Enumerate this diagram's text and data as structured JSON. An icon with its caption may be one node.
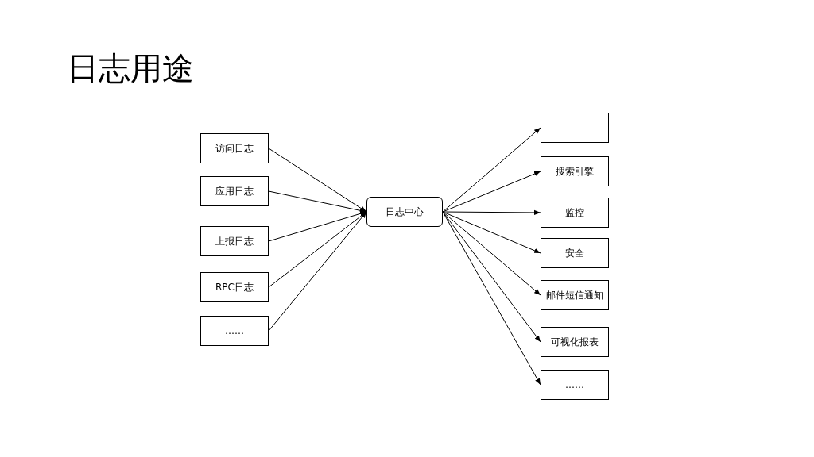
{
  "diagram": {
    "title": "日志用途",
    "nodes": [
      {
        "text": [
          "访问日志"
        ]
      },
      {
        "text": [
          "应用日志"
        ]
      },
      {
        "text": [
          "上报日志"
        ]
      },
      {
        "text": [
          "RPC日志"
        ]
      },
      {
        "text": [
          "……"
        ]
      },
      {
        "text": [
          "日志中心"
        ]
      },
      {
        "text": [],
        "shape": "box"
      },
      {
        "text": [
          "搜索引擎"
        ]
      },
      {
        "text": [
          "监控"
        ]
      },
      {
        "text": [
          "安全"
        ]
      },
      {
        "text": [
          "邮件短信通知"
        ]
      },
      {
        "text": [
          "可视化报表"
        ]
      },
      {
        "text": [
          "……"
        ]
      }
    ],
    "edges": [
      {
        "from": 0,
        "to": 5,
        "arrow": "to"
      },
      {
        "from": 1,
        "to": 5,
        "arrow": "to"
      },
      {
        "from": 2,
        "to": 5,
        "arrow": "to"
      },
      {
        "from": 3,
        "to": 5,
        "arrow": "to"
      },
      {
        "from": 4,
        "to": 5,
        "arrow": "to"
      },
      {
        "from": 5,
        "to": 6,
        "arrow": "to"
      },
      {
        "from": 5,
        "to": 7,
        "arrow": "to"
      },
      {
        "from": 5,
        "to": 8,
        "arrow": "to"
      },
      {
        "from": 5,
        "to": 9,
        "arrow": "to"
      },
      {
        "from": 5,
        "to": 10,
        "arrow": "to"
      },
      {
        "from": 5,
        "to": 11,
        "arrow": "to"
      },
      {
        "from": 5,
        "to": 12,
        "arrow": "to"
      }
    ]
  }
}
